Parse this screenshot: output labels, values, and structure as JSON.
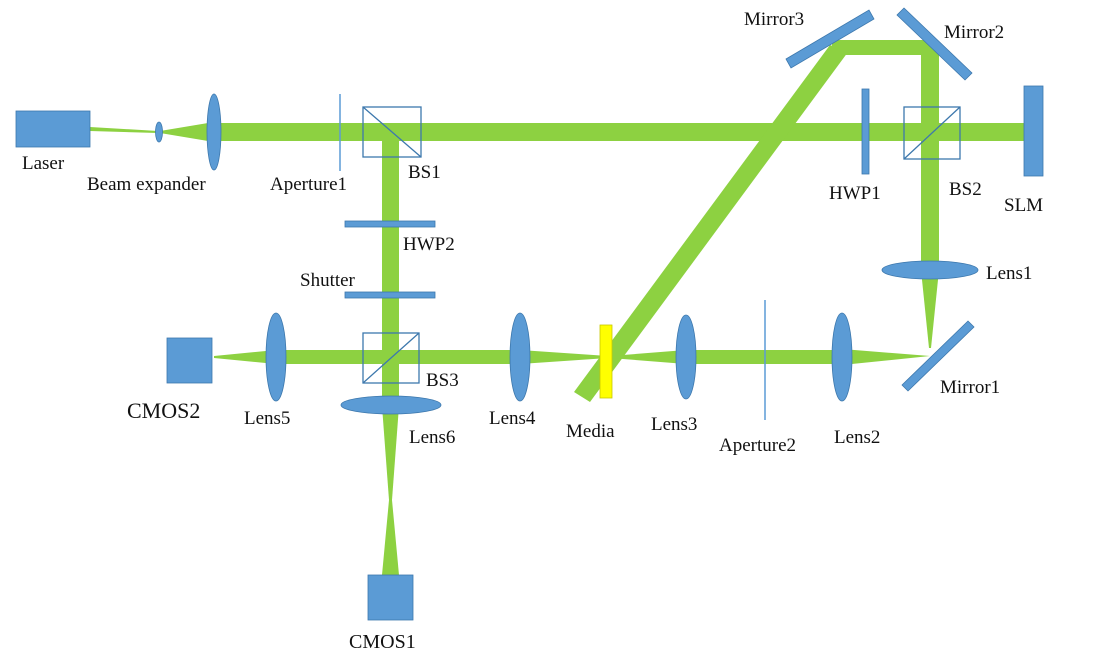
{
  "colors": {
    "beam": "#8dd141",
    "component": "#5b9bd5",
    "component_stroke": "#3d78ad",
    "media": "#ffff00",
    "text": "#111111"
  },
  "labels": {
    "laser": "Laser",
    "beam_expander": "Beam expander",
    "aperture1": "Aperture1",
    "bs1": "BS1",
    "hwp2": "HWP2",
    "shutter": "Shutter",
    "bs3": "BS3",
    "lens6": "Lens6",
    "lens5": "Lens5",
    "cmos2": "CMOS2",
    "cmos1": "CMOS1",
    "lens4": "Lens4",
    "media": "Media",
    "lens3": "Lens3",
    "aperture2": "Aperture2",
    "lens2": "Lens2",
    "mirror1": "Mirror1",
    "lens1": "Lens1",
    "bs2": "BS2",
    "hwp1": "HWP1",
    "slm": "SLM",
    "mirror2": "Mirror2",
    "mirror3": "Mirror3"
  }
}
